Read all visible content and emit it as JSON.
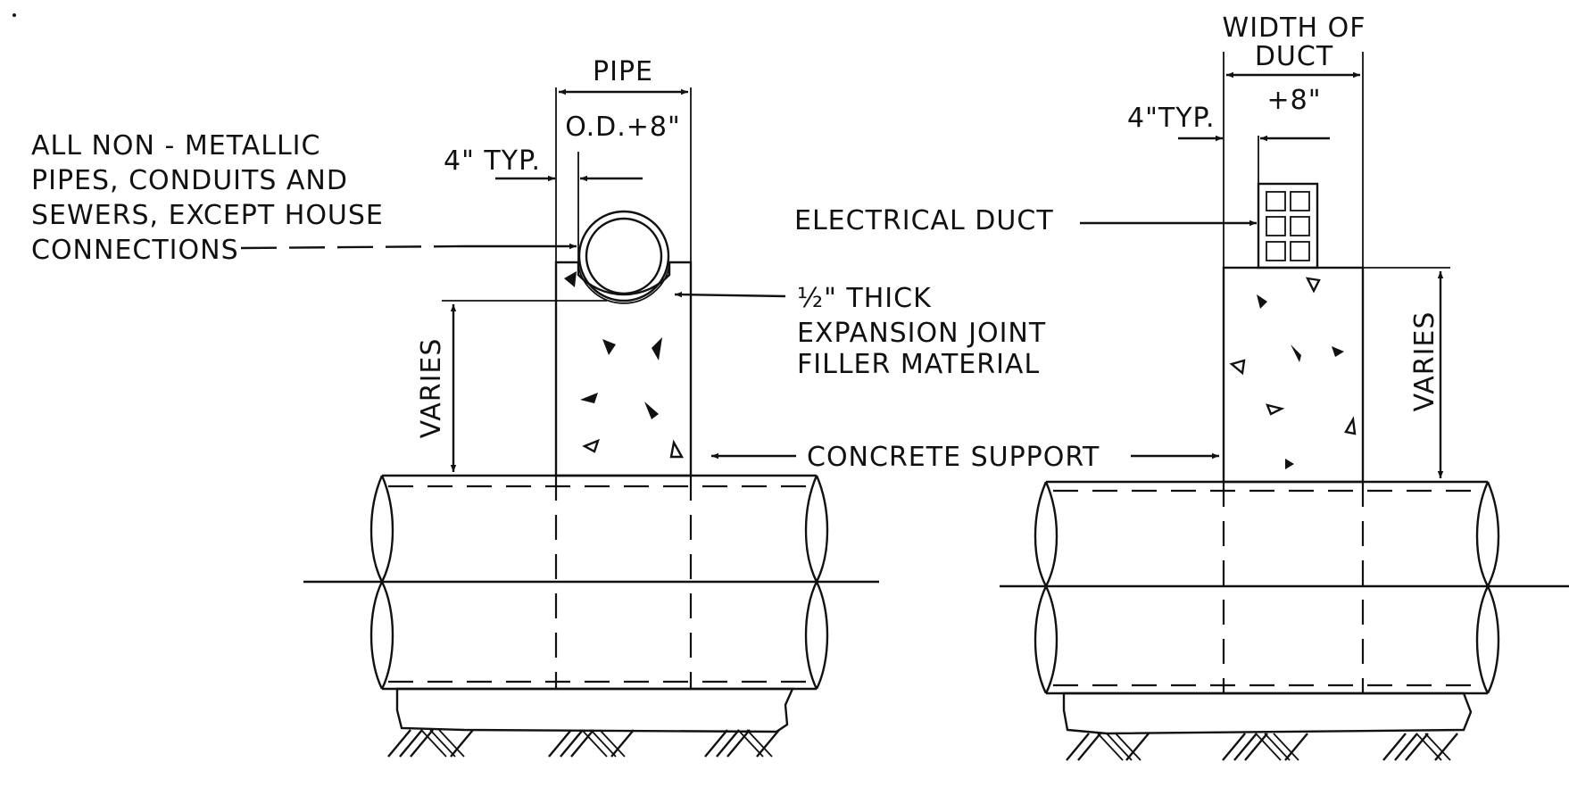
{
  "left_detail": {
    "pipe_od_label": "PIPE",
    "pipe_od_value": "O.D.+8\"",
    "typ_label": "4\" TYP.",
    "callout_lines": [
      "ALL NON - METALLIC",
      "PIPES, CONDUITS AND",
      "SEWERS, EXCEPT HOUSE",
      "CONNECTIONS"
    ],
    "filler_lines": [
      "½\" THICK",
      "EXPANSION JOINT",
      "FILLER MATERIAL"
    ],
    "varies_label": "VARIES"
  },
  "right_detail": {
    "width_lines": [
      "WIDTH OF",
      "DUCT"
    ],
    "width_value": "+8\"",
    "typ_label": "4\"TYP.",
    "duct_label": "ELECTRICAL DUCT",
    "varies_label": "VARIES"
  },
  "shared": {
    "concrete_label": "CONCRETE SUPPORT"
  }
}
